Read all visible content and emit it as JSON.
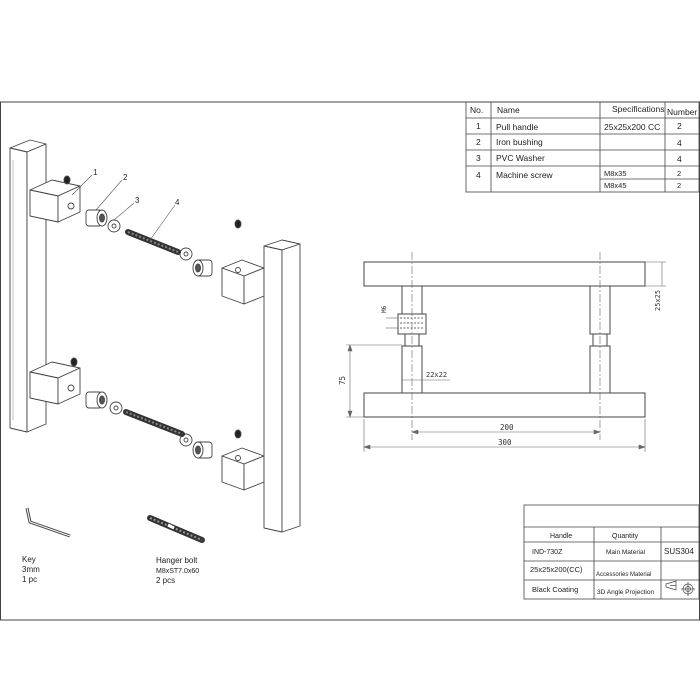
{
  "parts_table": {
    "headers": [
      "No.",
      "Name",
      "Specifications",
      "Number"
    ],
    "rows": [
      {
        "no": "1",
        "name": "Pull handle",
        "spec": "25x25x200 CC",
        "number": "2"
      },
      {
        "no": "2",
        "name": "Iron bushing",
        "spec": "",
        "number": "4"
      },
      {
        "no": "3",
        "name": "PVC Washer",
        "spec": "",
        "number": "4"
      },
      {
        "no": "4",
        "name": "Machine screw",
        "spec": "M8x35",
        "number": "2",
        "spec2": "M8x45",
        "number2": "2"
      }
    ]
  },
  "callouts": [
    "1",
    "2",
    "3",
    "4"
  ],
  "key": {
    "title": "Key",
    "size": "3mm",
    "qty": "1 pc"
  },
  "hanger_bolt": {
    "title": "Hanger bolt",
    "spec": "M8xST7.0x60",
    "qty": "2 pcs"
  },
  "dimensions": {
    "m6": "M6",
    "post": "22x22",
    "bar": "25x25",
    "height": "75",
    "center": "200",
    "overall": "300"
  },
  "title_block": {
    "handle_label": "Handle",
    "quantity_label": "Quantity",
    "model": "IND-730Z",
    "main_material_label": "Main Material",
    "material": "SUS304",
    "size": "25x25x200(CC)",
    "accessories_label": "Accessories Material",
    "finish": "Black Coating",
    "projection": "3D Angle Projection"
  }
}
